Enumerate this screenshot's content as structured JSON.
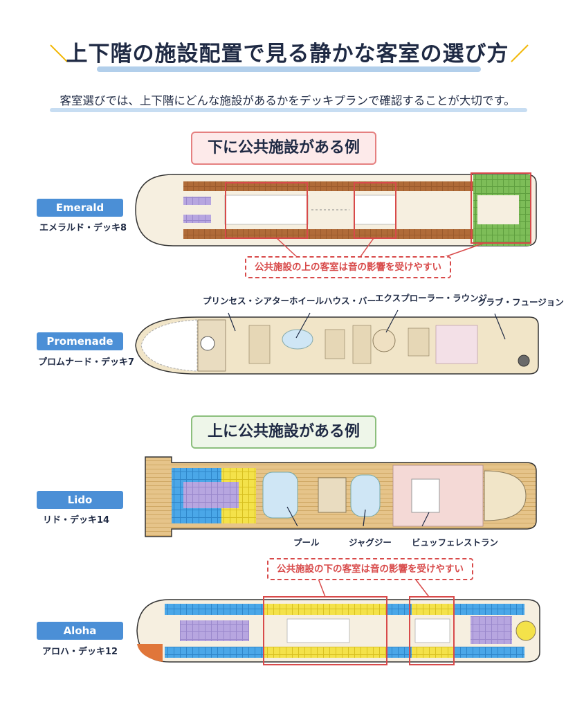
{
  "title": "上下階の施設配置で見る静かな客室の選び方",
  "subtitle": "客室選びでは、上下階にどんな施設があるかをデッキプランで確認することが大切です。",
  "sections": [
    {
      "label": "下に公共施設がある例"
    },
    {
      "label": "上に公共施設がある例"
    }
  ],
  "decks": [
    {
      "tag": "Emerald",
      "label": "エメラルド・デッキ8"
    },
    {
      "tag": "Promenade",
      "label": "プロムナード・デッキ7"
    },
    {
      "tag": "Lido",
      "label": "リド・デッキ14"
    },
    {
      "tag": "Aloha",
      "label": "アロハ・デッキ12"
    }
  ],
  "notes": {
    "upper": "公共施設の上の客室は音の影響を受けやすい",
    "lower": "公共施設の下の客室は音の影響を受けやすい"
  },
  "promenade_callouts": [
    "プリンセス・シアター",
    "ホイールハウス・バー",
    "エクスプローラー・ラウンジ",
    "クラブ・フュージョン"
  ],
  "lido_callouts": [
    "プール",
    "ジャグジー",
    "ビュッフェレストラン"
  ],
  "colors": {
    "accent_red": "#d84a4a",
    "deck_tag_blue": "#4b8fd6",
    "hull": "#f3ead6",
    "cabin_brown": "#9a5a2c",
    "cabin_green": "#7dbd58",
    "cabin_purple": "#b7a6e0",
    "cabin_blue": "#4aa7e8",
    "cabin_yellow": "#f4e24a",
    "wood": "#e6c48a",
    "buffet_pink": "#f4d9d6"
  }
}
